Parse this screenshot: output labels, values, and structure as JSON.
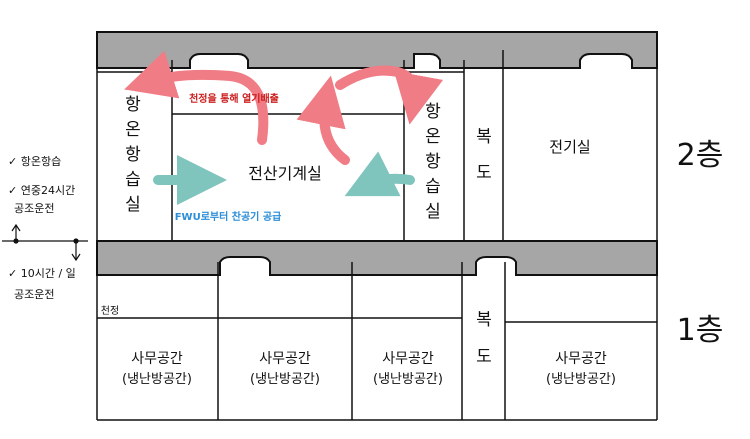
{
  "floors": {
    "upper": {
      "label": "2층",
      "left_room": "항온항습실",
      "center_room": "전산기계실",
      "right_room": "항온항습실",
      "corridor": "복도",
      "electric_room": "전기실",
      "heat_note": "천정을 통해 열기배출",
      "cool_note": "FWU로부터 찬공기 공급"
    },
    "lower": {
      "label": "1층",
      "ceiling_label": "천정",
      "corridor": "복도",
      "offices": [
        {
          "name": "사무공간",
          "sub": "(냉난방공간)"
        },
        {
          "name": "사무공간",
          "sub": "(냉난방공간)"
        },
        {
          "name": "사무공간",
          "sub": "(냉난방공간)"
        },
        {
          "name": "사무공간",
          "sub": "(냉난방공간)"
        }
      ]
    }
  },
  "side_notes": {
    "upper": [
      "✓ 항온항습",
      "✓ 연중24시간",
      "공조운전"
    ],
    "lower": [
      "✓ 10시간 / 일",
      "공조운전"
    ]
  },
  "colors": {
    "line": "#111111",
    "beam_fill": "#a6a6a6",
    "hot_arrow": "#f07c86",
    "cool_arrow": "#7fc4bd",
    "hot_text": "#cc2020",
    "cool_text": "#2a8ed8"
  }
}
